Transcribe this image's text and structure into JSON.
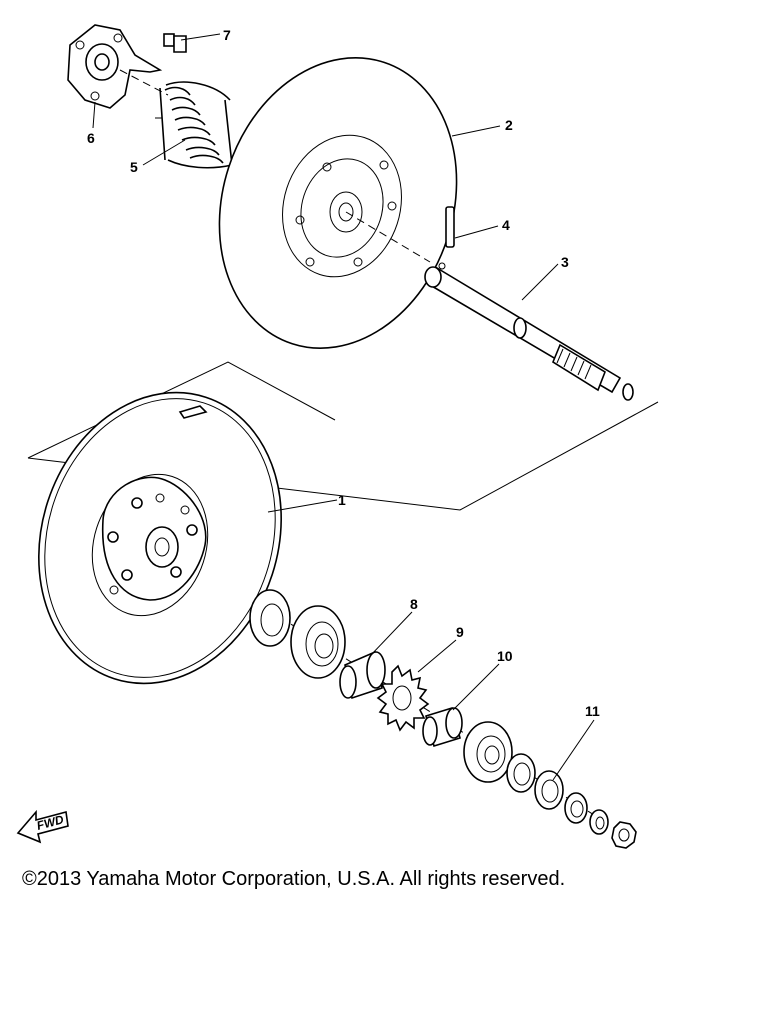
{
  "diagram": {
    "callouts": [
      "1",
      "2",
      "3",
      "4",
      "5",
      "6",
      "7",
      "8",
      "9",
      "10",
      "11"
    ],
    "fwd_label": "FWD"
  },
  "footer": {
    "copyright": "©2013 Yamaha Motor Corporation, U.S.A. All rights reserved."
  }
}
